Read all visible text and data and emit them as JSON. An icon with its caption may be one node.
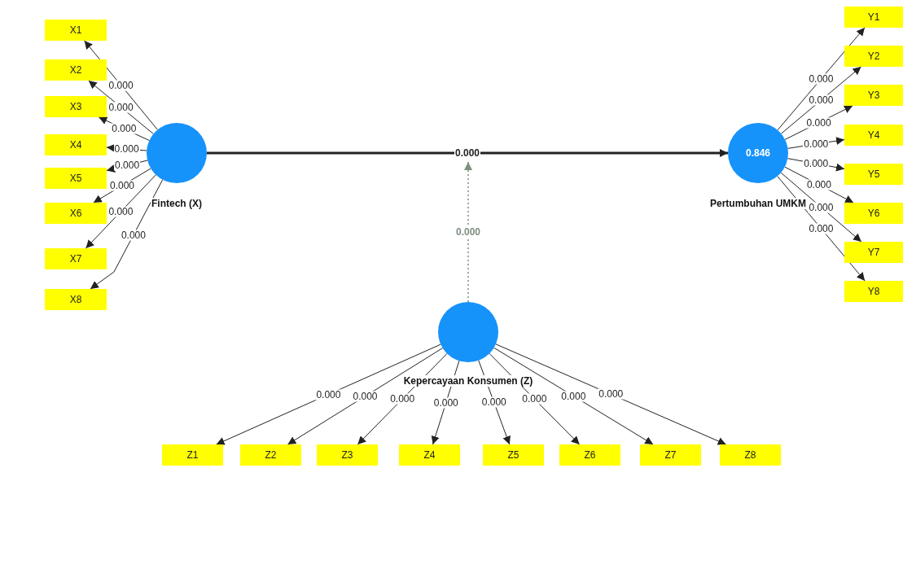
{
  "diagram": {
    "nodes": [
      {
        "text": [
          "Fintech (X)"
        ]
      },
      {
        "text": [
          "0.846",
          "Pertumbuhan UMKM"
        ]
      },
      {
        "text": [
          "Kepercayaan Konsumen (Z)"
        ]
      },
      {
        "text": [
          "X1"
        ]
      },
      {
        "text": [
          "X2"
        ]
      },
      {
        "text": [
          "X3"
        ]
      },
      {
        "text": [
          "X4"
        ]
      },
      {
        "text": [
          "X5"
        ]
      },
      {
        "text": [
          "X6"
        ]
      },
      {
        "text": [
          "X7"
        ]
      },
      {
        "text": [
          "X8"
        ]
      },
      {
        "text": [
          "Y1"
        ]
      },
      {
        "text": [
          "Y2"
        ]
      },
      {
        "text": [
          "Y3"
        ]
      },
      {
        "text": [
          "Y4"
        ]
      },
      {
        "text": [
          "Y5"
        ]
      },
      {
        "text": [
          "Y6"
        ]
      },
      {
        "text": [
          "Y7"
        ]
      },
      {
        "text": [
          "Y8"
        ]
      },
      {
        "text": [
          "Z1"
        ]
      },
      {
        "text": [
          "Z2"
        ]
      },
      {
        "text": [
          "Z3"
        ]
      },
      {
        "text": [
          "Z4"
        ]
      },
      {
        "text": [
          "Z5"
        ]
      },
      {
        "text": [
          "Z6"
        ]
      },
      {
        "text": [
          "Z7"
        ]
      },
      {
        "text": [
          "Z8"
        ]
      }
    ],
    "edges": [
      {
        "from": 0,
        "to": 1,
        "arrow": "to",
        "label": "0.000",
        "style": "thick"
      },
      {
        "from": 0,
        "to": 3,
        "arrow": "to",
        "label": "0.000"
      },
      {
        "from": 0,
        "to": 4,
        "arrow": "to",
        "label": "0.000"
      },
      {
        "from": 0,
        "to": 5,
        "arrow": "to",
        "label": "0.000"
      },
      {
        "from": 0,
        "to": 6,
        "arrow": "to",
        "label": "0.000"
      },
      {
        "from": 0,
        "to": 7,
        "arrow": "to",
        "label": "0.000"
      },
      {
        "from": 0,
        "to": 8,
        "arrow": "to",
        "label": "0.000"
      },
      {
        "from": 0,
        "to": 9,
        "arrow": "to",
        "label": "0.000"
      },
      {
        "from": 0,
        "to": 10,
        "arrow": "to",
        "label": "0.000"
      },
      {
        "from": 1,
        "to": 11,
        "arrow": "to",
        "label": "0.000"
      },
      {
        "from": 1,
        "to": 12,
        "arrow": "to",
        "label": "0.000"
      },
      {
        "from": 1,
        "to": 13,
        "arrow": "to",
        "label": "0.000"
      },
      {
        "from": 1,
        "to": 14,
        "arrow": "to",
        "label": "0.000"
      },
      {
        "from": 1,
        "to": 15,
        "arrow": "to",
        "label": "0.000"
      },
      {
        "from": 1,
        "to": 16,
        "arrow": "to",
        "label": "0.000"
      },
      {
        "from": 1,
        "to": 17,
        "arrow": "to",
        "label": "0.000"
      },
      {
        "from": 1,
        "to": 18,
        "arrow": "to",
        "label": "0.000"
      },
      {
        "from": 2,
        "to": 19,
        "arrow": "to",
        "label": "0.000"
      },
      {
        "from": 2,
        "to": 20,
        "arrow": "to",
        "label": "0.000"
      },
      {
        "from": 2,
        "to": 21,
        "arrow": "to",
        "label": "0.000"
      },
      {
        "from": 2,
        "to": 22,
        "arrow": "to",
        "label": "0.000"
      },
      {
        "from": 2,
        "to": 23,
        "arrow": "to",
        "label": "0.000"
      },
      {
        "from": 2,
        "to": 24,
        "arrow": "to",
        "label": "0.000"
      },
      {
        "from": 2,
        "to": 25,
        "arrow": "to",
        "label": "0.000"
      },
      {
        "from": 2,
        "to": 26,
        "arrow": "to",
        "label": "0.000"
      },
      {
        "from": 2,
        "to": null,
        "arrow": "to",
        "label": "0.000",
        "style": "dashed",
        "color": "#7f907f"
      }
    ]
  }
}
